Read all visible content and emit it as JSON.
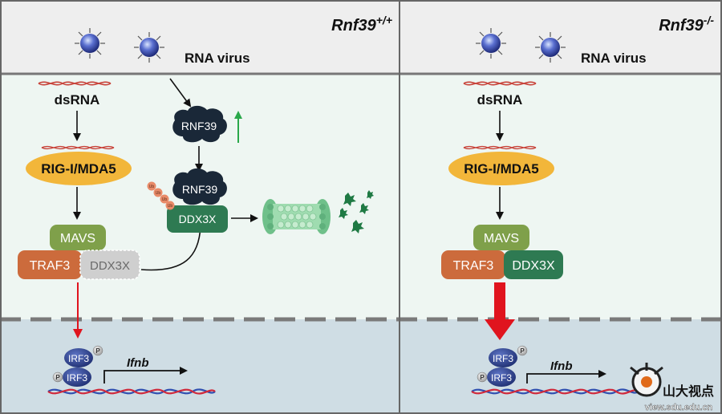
{
  "left_panel": {
    "title_gene": "Rnf39",
    "title_sup": "+/+",
    "virus_label": "RNA virus",
    "dsrna_label": "dsRNA",
    "rig_label": "RIG-I/MDA5",
    "rnf39_top_label": "RNF39",
    "rnf39_bottom_label": "RNF39",
    "ub_labels": [
      "Ub",
      "Ub",
      "Ub",
      "Ub"
    ],
    "ddx3x_bound_label": "DDX3X",
    "mavs_label": "MAVS",
    "traf3_label": "TRAF3",
    "ddx3x_label": "DDX3X",
    "irf3_labels": [
      "IRF3",
      "IRF3"
    ],
    "p_labels": [
      "P",
      "P"
    ],
    "gene_label": "Ifnb"
  },
  "right_panel": {
    "title_gene": "Rnf39",
    "title_sup": "-/-",
    "virus_label": "RNA virus",
    "dsrna_label": "dsRNA",
    "rig_label": "RIG-I/MDA5",
    "mavs_label": "MAVS",
    "traf3_label": "TRAF3",
    "ddx3x_label": "DDX3X",
    "irf3_labels": [
      "IRF3",
      "IRF3"
    ],
    "p_labels": [
      "P",
      "P"
    ],
    "gene_label": "Ifnb"
  },
  "watermark": {
    "text_cn": "山大视点",
    "url": "view.sdu.edu.cn"
  },
  "colors": {
    "top_band": "#eeeeee",
    "cytoplasm": "#eef6f2",
    "nucleus": "#cfdde4",
    "rig": "#f2b63a",
    "mavs": "#7fa04a",
    "traf3": "#cc6b3c",
    "ddx3x_grey": "#cfcfcf",
    "ddx3x_green": "#2e7a52",
    "rnf39": "#1a2838",
    "irf3": "#2f4590",
    "arrow_red": "#e0141e",
    "arrow_up_green": "#2aa84a",
    "proteasome": "#8fd3a4"
  }
}
